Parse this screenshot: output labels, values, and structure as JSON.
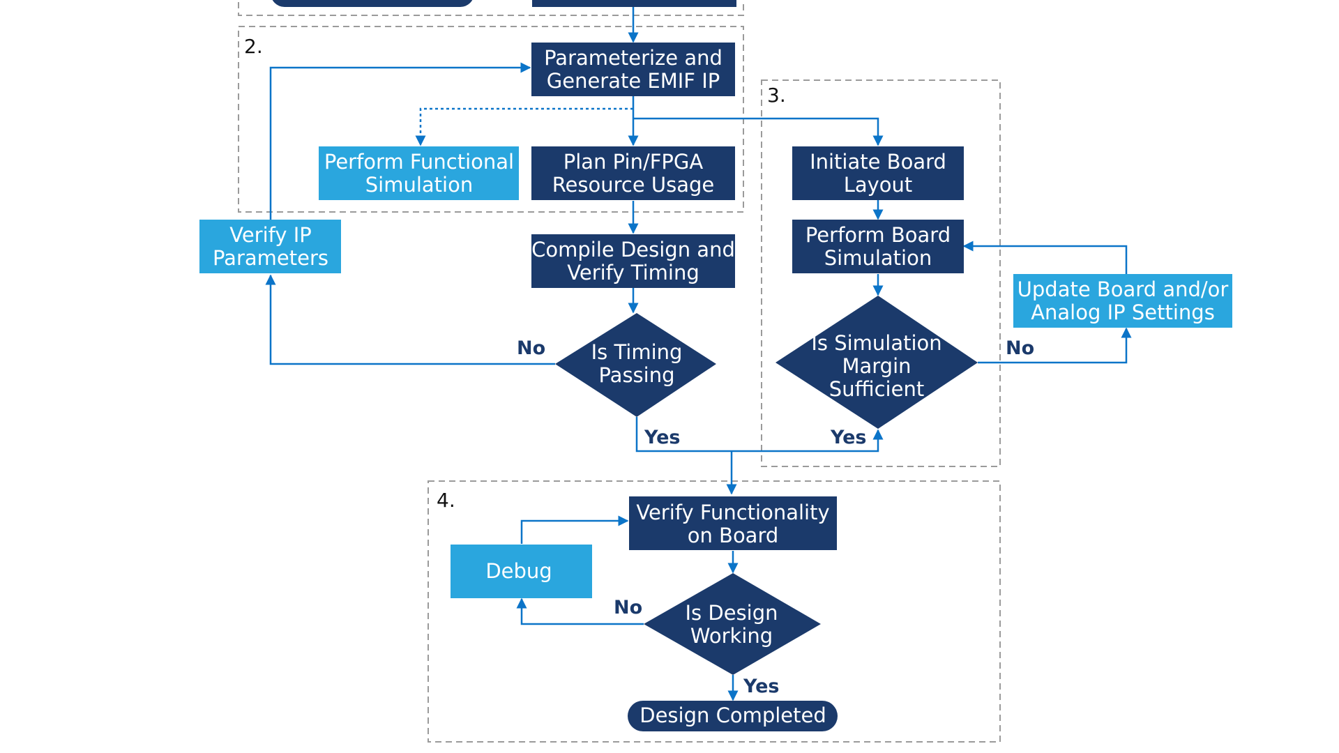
{
  "colors": {
    "primary_node": "#1b3a6b",
    "secondary_node": "#2aa6de",
    "connector": "#0b74c8",
    "frame": "#9a9a9a",
    "background": "#ffffff"
  },
  "sections": {
    "s2": "2.",
    "s3": "3.",
    "s4": "4."
  },
  "nodes": {
    "parameterize": [
      "Parameterize and",
      "Generate EMIF IP"
    ],
    "functional_sim": [
      "Perform Functional",
      "Simulation"
    ],
    "plan_pin": [
      "Plan Pin/FPGA",
      "Resource Usage"
    ],
    "verify_ip": [
      "Verify IP",
      "Parameters"
    ],
    "compile": [
      "Compile Design and",
      "Verify Timing"
    ],
    "timing_decision": [
      "Is Timing",
      "Passing"
    ],
    "init_board": [
      "Initiate Board",
      "Layout"
    ],
    "board_sim": [
      "Perform Board",
      "Simulation"
    ],
    "margin_decision": [
      "Is Simulation",
      "Margin",
      "Sufficient"
    ],
    "update_board": [
      "Update Board and/or",
      "Analog IP Settings"
    ],
    "verify_board": [
      "Verify Functionality",
      "on Board"
    ],
    "debug": [
      "Debug"
    ],
    "design_decision": [
      "Is Design",
      "Working"
    ],
    "completed": [
      "Design Completed"
    ]
  },
  "edge_labels": {
    "timing_no": "No",
    "timing_yes": "Yes",
    "margin_no": "No",
    "margin_yes": "Yes",
    "design_no": "No",
    "design_yes": "Yes"
  }
}
